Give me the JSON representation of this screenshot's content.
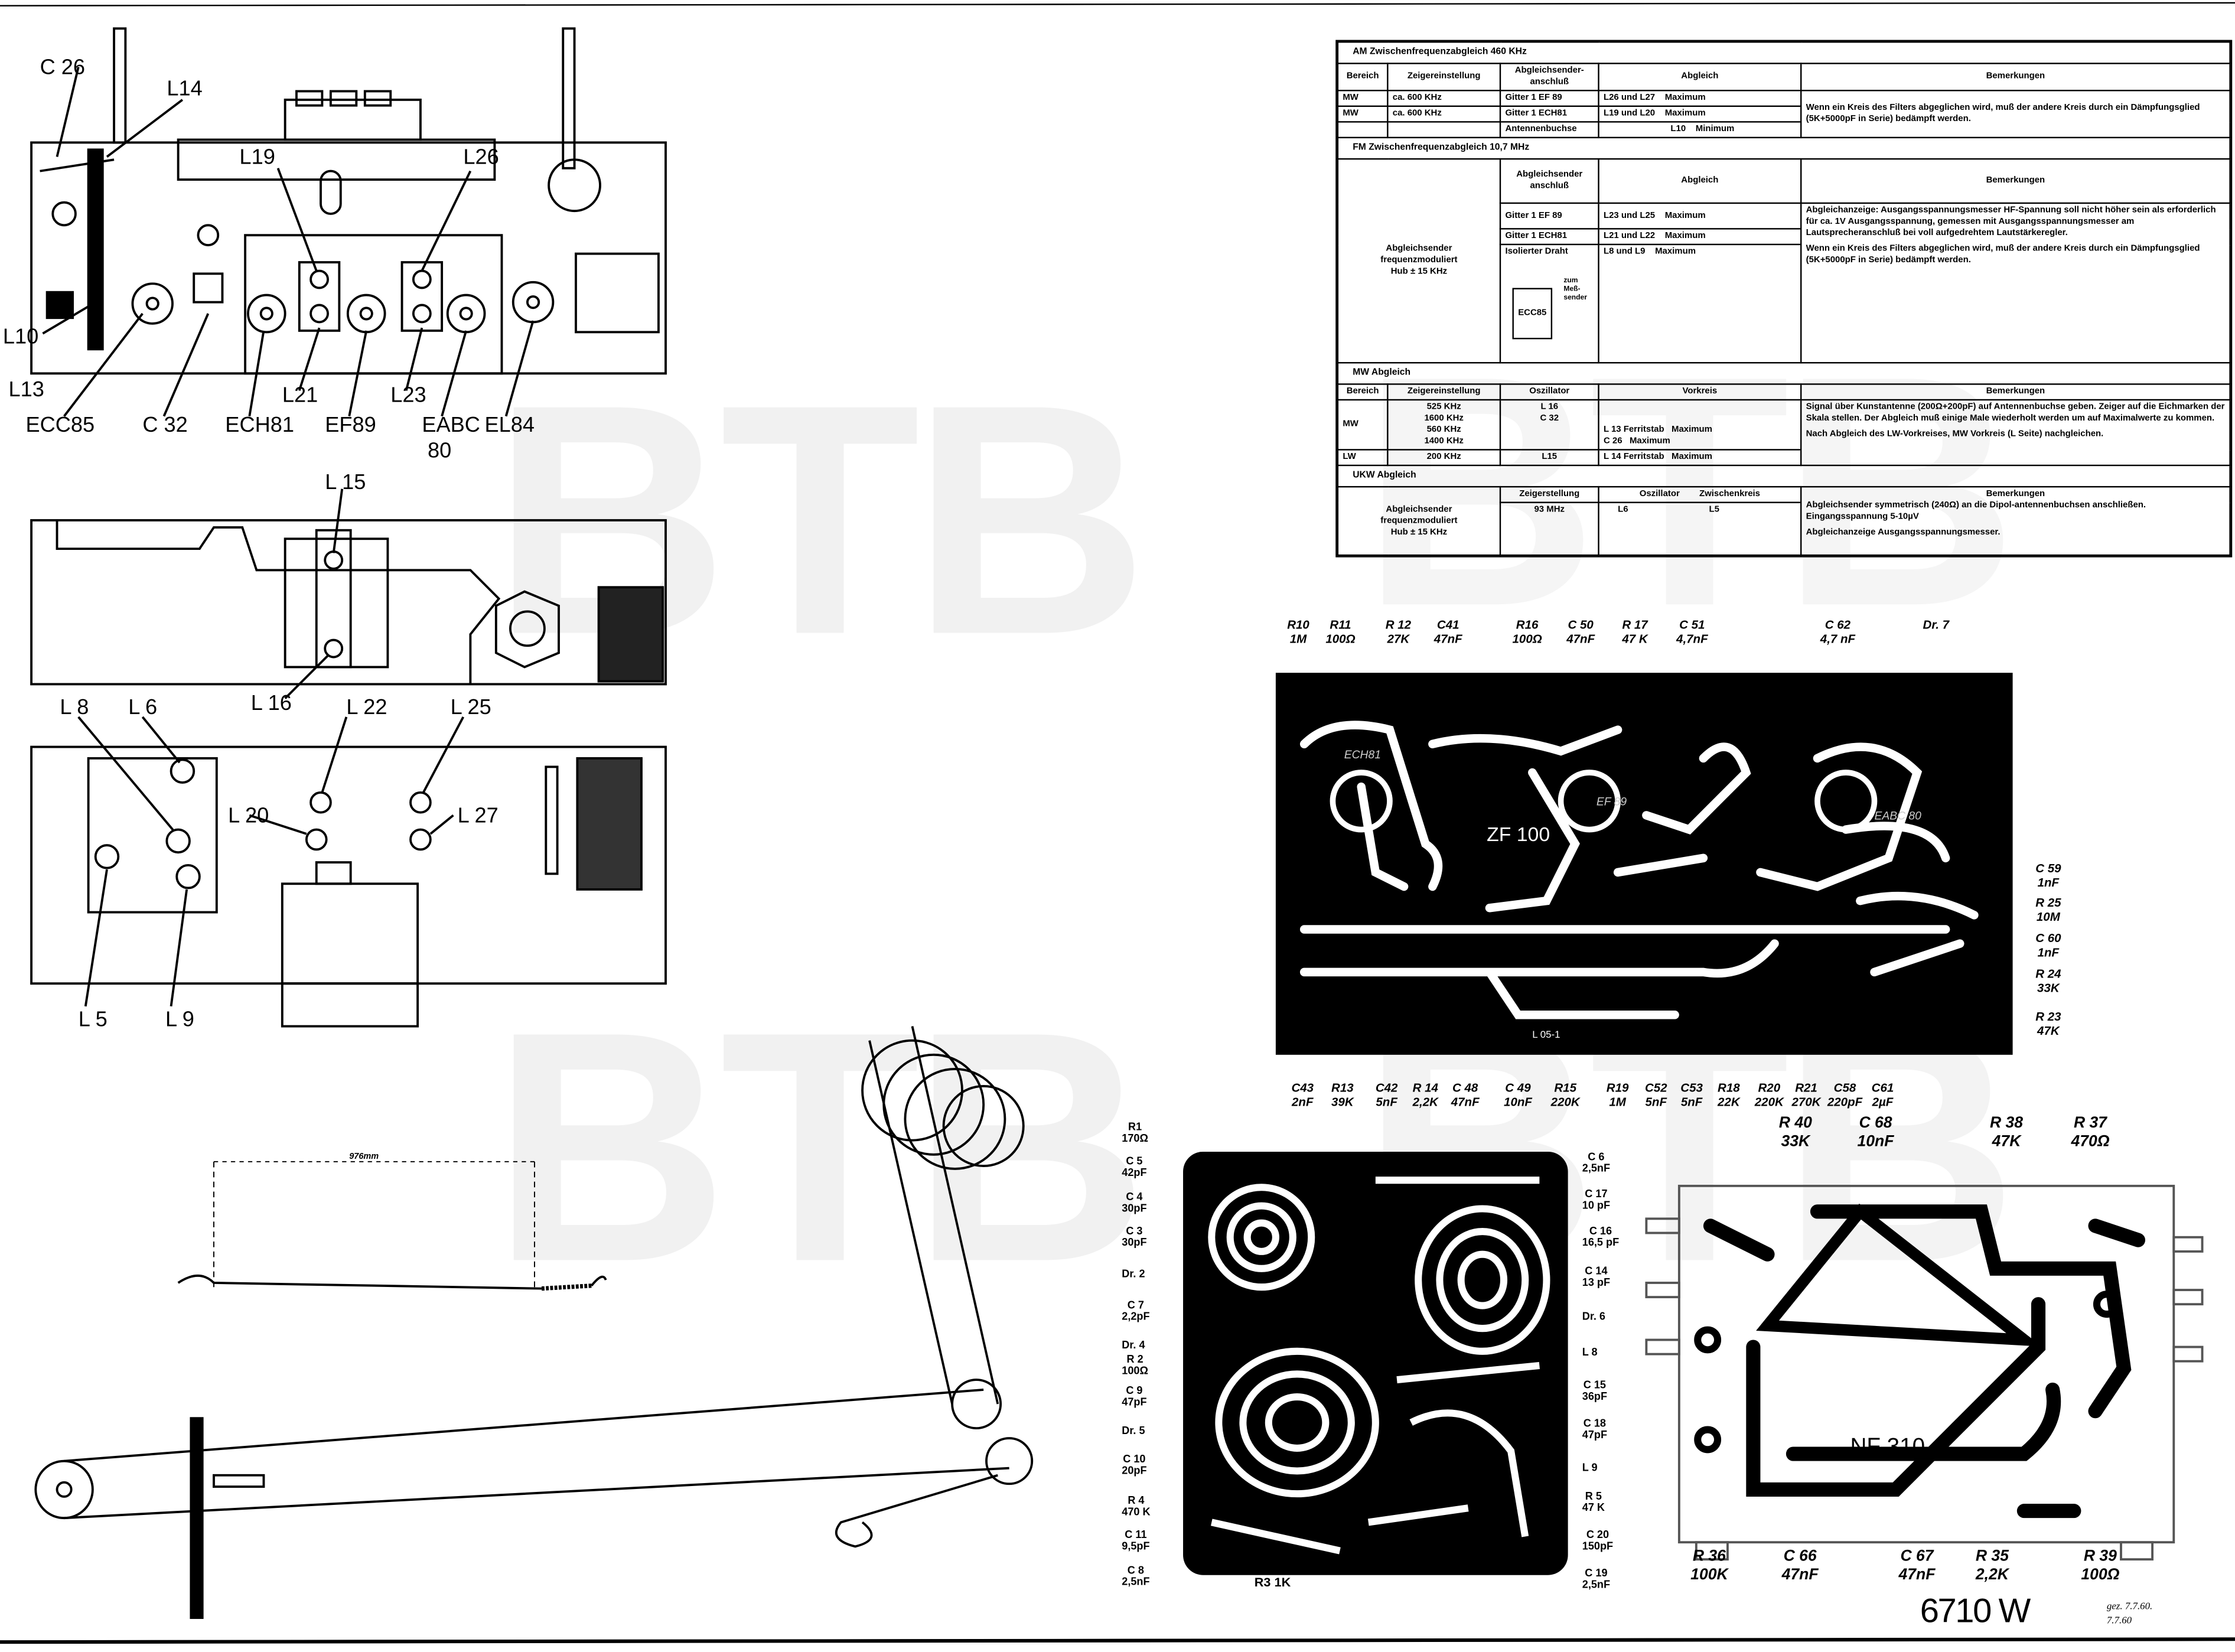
{
  "watermark": "BTB",
  "top_chassis": {
    "labels": [
      "C 26",
      "L14",
      "L19",
      "L26",
      "L10",
      "L13",
      "L21",
      "L23",
      "ECC85",
      "C 32",
      "ECH81",
      "EF89",
      "EABC",
      "80",
      "EL84"
    ]
  },
  "middle_chassis": {
    "labels": [
      "L 15",
      "L 16"
    ]
  },
  "bottom_chassis": {
    "labels": [
      "L 8",
      "L 6",
      "L 22",
      "L 25",
      "L 20",
      "L 27",
      "L 5",
      "L 9"
    ]
  },
  "dial_cord": {
    "length_label": "976mm"
  },
  "alignment_table": {
    "am": {
      "title": "AM Zwischenfrequenzabgleich 460 KHz",
      "headers": [
        "Bereich",
        "Zeigereinstellung",
        "Abgleichsender-anschluß",
        "Abgleich",
        "Bemerkungen"
      ],
      "rows": [
        {
          "bereich": "MW",
          "zeiger": "ca. 600 KHz",
          "anschluss": "Gitter 1  EF 89",
          "abgleich": "L26 und L27",
          "result": "Maximum"
        },
        {
          "bereich": "MW",
          "zeiger": "ca. 600 KHz",
          "anschluss": "Gitter 1  ECH81",
          "abgleich": "L19 und L20",
          "result": "Maximum"
        },
        {
          "bereich": "",
          "zeiger": "",
          "anschluss": "Antennenbuchse",
          "abgleich": "L10",
          "result": "Minimum"
        }
      ],
      "note": "Wenn ein Kreis des Filters abgeglichen wird, muß der andere Kreis durch ein Dämpfungsglied (5K+5000pF in Serie) bedämpft werden."
    },
    "fm": {
      "title": "FM Zwischenfrequenzabgleich 10,7 MHz",
      "source": [
        "Abgleichsender",
        "frequenzmoduliert",
        "Hub ± 15 KHz"
      ],
      "headers": [
        "Abgleichsender anschluß",
        "Abgleich",
        "Bemerkungen"
      ],
      "rows": [
        {
          "anschluss": "Gitter 1  EF 89",
          "abgleich": "L23 und L25",
          "result": "Maximum"
        },
        {
          "anschluss": "Gitter 1  ECH81",
          "abgleich": "L21 und L22",
          "result": "Maximum"
        },
        {
          "anschluss": "Isolierter Draht",
          "abgleich": "L8 und L9",
          "result": "Maximum"
        }
      ],
      "tube_label": "ECC85",
      "sender_label": "zum Meß-sender",
      "notes": [
        "Abgleichanzeige: Ausgangsspannungsmesser HF-Spannung soll nicht höher sein als erforderlich für ca. 1V Ausgangsspannung, gemessen mit Ausgangsspannungsmesser am Lautsprecheranschluß bei voll aufgedrehtem Lautstärkeregler.",
        "Wenn ein Kreis des Filters abgeglichen wird, muß der andere Kreis durch ein Dämpfungsglied (5K+5000pF in Serie) bedämpft werden."
      ]
    },
    "mw": {
      "title": "MW Abgleich",
      "headers": [
        "Bereich",
        "Zeigereinstellung",
        "Oszillator",
        "Vorkreis",
        "Bemerkungen"
      ],
      "mw_row": {
        "bereich": "MW",
        "zeiger": [
          "525 KHz",
          "1600 KHz",
          "560 KHz",
          "1400 KHz"
        ],
        "oszillator": [
          "L 16",
          "C 32"
        ],
        "vorkreis": [
          "L 13 Ferritstab   Maximum",
          "C 26   Maximum"
        ]
      },
      "lw_row": {
        "bereich": "LW",
        "zeiger": "200 KHz",
        "oszillator": "L15",
        "vorkreis": "L 14 Ferritstab   Maximum"
      },
      "notes": [
        "Signal über Kunstantenne (200Ω+200pF) auf Antennenbuchse geben. Zeiger auf die Eichmarken der Skala stellen. Der Abgleich muß einige Male wiederholt werden um auf Maximalwerte zu kommen.",
        "Nach Abgleich des LW-Vorkreises, MW Vorkreis (L Seite) nachgleichen."
      ]
    },
    "ukw": {
      "title": "UKW Abgleich",
      "source": [
        "Abgleichsender",
        "frequenzmoduliert",
        "Hub ± 15 KHz"
      ],
      "headers": [
        "Zeigerstellung",
        "Oszillator",
        "Zwischenkreis",
        "Bemerkungen"
      ],
      "row": {
        "zeiger": "93 MHz",
        "oszillator": "L6",
        "zwischenkreis": "L5"
      },
      "notes": [
        "Abgleichsender symmetrisch (240Ω) an die Dipol-antennenbuchsen anschließen. Eingangsspannung 5-10µV",
        "Abgleichanzeige Ausgangsspannungsmesser."
      ]
    }
  },
  "zf_board": {
    "title": "ZF 100",
    "tubes": [
      "ECH81",
      "EF 89",
      "EABC 80"
    ],
    "code": "L 05-1",
    "top_labels": [
      [
        "R10",
        "1M"
      ],
      [
        "R11",
        "100Ω"
      ],
      [
        "R 12",
        "27K"
      ],
      [
        "C41",
        "47nF"
      ],
      [
        "R16",
        "100Ω"
      ],
      [
        "C 50",
        "47nF"
      ],
      [
        "R 17",
        "47 K"
      ],
      [
        "C 51",
        "4,7nF"
      ],
      [
        "C 62",
        "4,7 nF"
      ],
      [
        "Dr. 7",
        ""
      ]
    ],
    "bottom_labels": [
      [
        "C43",
        "2nF"
      ],
      [
        "R13",
        "39K"
      ],
      [
        "C42",
        "5nF"
      ],
      [
        "R 14",
        "2,2K"
      ],
      [
        "C 48",
        "47nF"
      ],
      [
        "C 49",
        "10nF"
      ],
      [
        "R15",
        "220K"
      ],
      [
        "R19",
        "1M"
      ],
      [
        "C52",
        "5nF"
      ],
      [
        "C53",
        "5nF"
      ],
      [
        "R18",
        "22K"
      ],
      [
        "R20",
        "220K"
      ],
      [
        "R21",
        "270K"
      ],
      [
        "C58",
        "220pF"
      ],
      [
        "C61",
        "2µF"
      ]
    ],
    "right_labels": [
      [
        "C 59",
        "1nF"
      ],
      [
        "R 25",
        "10M"
      ],
      [
        "C 60",
        "1nF"
      ],
      [
        "R 24",
        "33K"
      ],
      [
        "R 23",
        "47K"
      ]
    ]
  },
  "ukw_board": {
    "left_labels": [
      [
        "R1",
        "170Ω"
      ],
      [
        "C 5",
        "42pF"
      ],
      [
        "C 4",
        "30pF"
      ],
      [
        "C 3",
        "30pF"
      ],
      [
        "Dr. 2",
        ""
      ],
      [
        "C 7",
        "2,2pF"
      ],
      [
        "Dr. 4",
        ""
      ],
      [
        "R 2",
        "100Ω"
      ],
      [
        "C 9",
        "47pF"
      ],
      [
        "Dr. 5",
        ""
      ],
      [
        "C 10",
        "20pF"
      ],
      [
        "R 4",
        "470 K"
      ],
      [
        "C 11",
        "9,5pF"
      ],
      [
        "C 8",
        "2,5nF"
      ]
    ],
    "right_labels": [
      [
        "C 6",
        "2,5nF"
      ],
      [
        "C 17",
        "10 pF"
      ],
      [
        "C 16",
        "16,5 pF"
      ],
      [
        "C 14",
        "13 pF"
      ],
      [
        "Dr. 6",
        ""
      ],
      [
        "L 8",
        ""
      ],
      [
        "C 15",
        "36pF"
      ],
      [
        "C 18",
        "47pF"
      ],
      [
        "L 9",
        ""
      ],
      [
        "R 5",
        "47 K"
      ],
      [
        "C 20",
        "150pF"
      ],
      [
        "C 19",
        "2,5nF"
      ]
    ],
    "bottom_label": "R3  1K"
  },
  "nf_board": {
    "title": "NF 310",
    "top_labels": [
      [
        "R 40",
        "33K"
      ],
      [
        "C 68",
        "10nF"
      ],
      [
        "R 38",
        "47K"
      ],
      [
        "R 37",
        "470Ω"
      ]
    ],
    "bottom_labels": [
      [
        "R 36",
        "100K"
      ],
      [
        "C 66",
        "47nF"
      ],
      [
        "C 67",
        "47nF"
      ],
      [
        "R 35",
        "2,2K"
      ],
      [
        "R 39",
        "100Ω"
      ]
    ]
  },
  "model_number": "6710 W",
  "signature": [
    "gez. 7.7.60.",
    "7.7.60"
  ]
}
